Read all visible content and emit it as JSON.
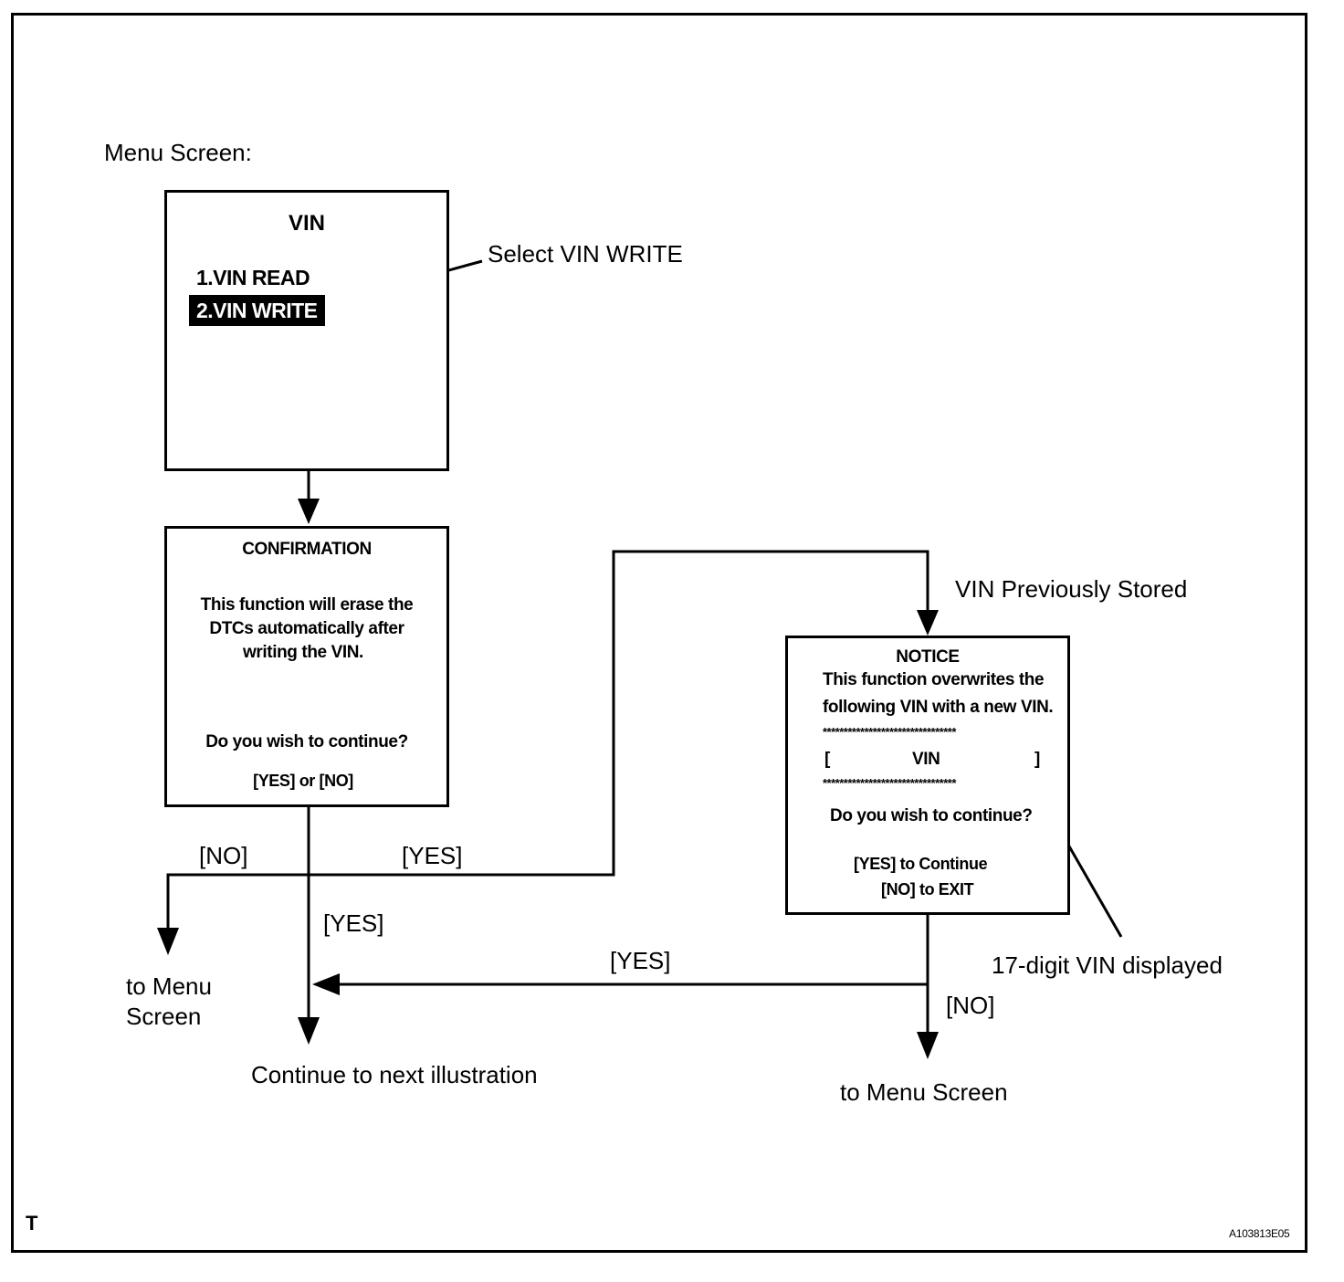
{
  "menu_screen_label": "Menu Screen:",
  "vin_box": {
    "title": "VIN",
    "item1": "1.VIN READ",
    "item2": "2.VIN WRITE"
  },
  "select_callout": "Select VIN WRITE",
  "confirmation_box": {
    "title": "CONFIRMATION",
    "line1": "This function will erase the",
    "line2": "DTCs automatically after",
    "line3": "writing the VIN.",
    "question": "Do you wish to continue?",
    "options": "[YES] or [NO]"
  },
  "notice_box": {
    "title": "NOTICE",
    "line1": "This function overwrites the",
    "line2": "following VIN with a new VIN.",
    "stars": "********************************",
    "bracket_left": "[",
    "vin": "VIN",
    "bracket_right": "]",
    "question": "Do you wish to continue?",
    "yes_option": "[YES] to Continue",
    "no_option": "[NO] to EXIT"
  },
  "labels": {
    "vin_previously_stored": "VIN Previously Stored",
    "digit_callout": "17-digit VIN displayed",
    "no_left": "[NO]",
    "yes_upper": "[YES]",
    "yes_middle": "[YES]",
    "yes_lower": "[YES]",
    "no_right": "[NO]",
    "to_menu_left": "to Menu\nScreen",
    "continue_next": "Continue to next illustration",
    "to_menu_right": "to Menu Screen"
  },
  "footer": {
    "corner_mark": "T",
    "figure_id": "A103813E05"
  }
}
